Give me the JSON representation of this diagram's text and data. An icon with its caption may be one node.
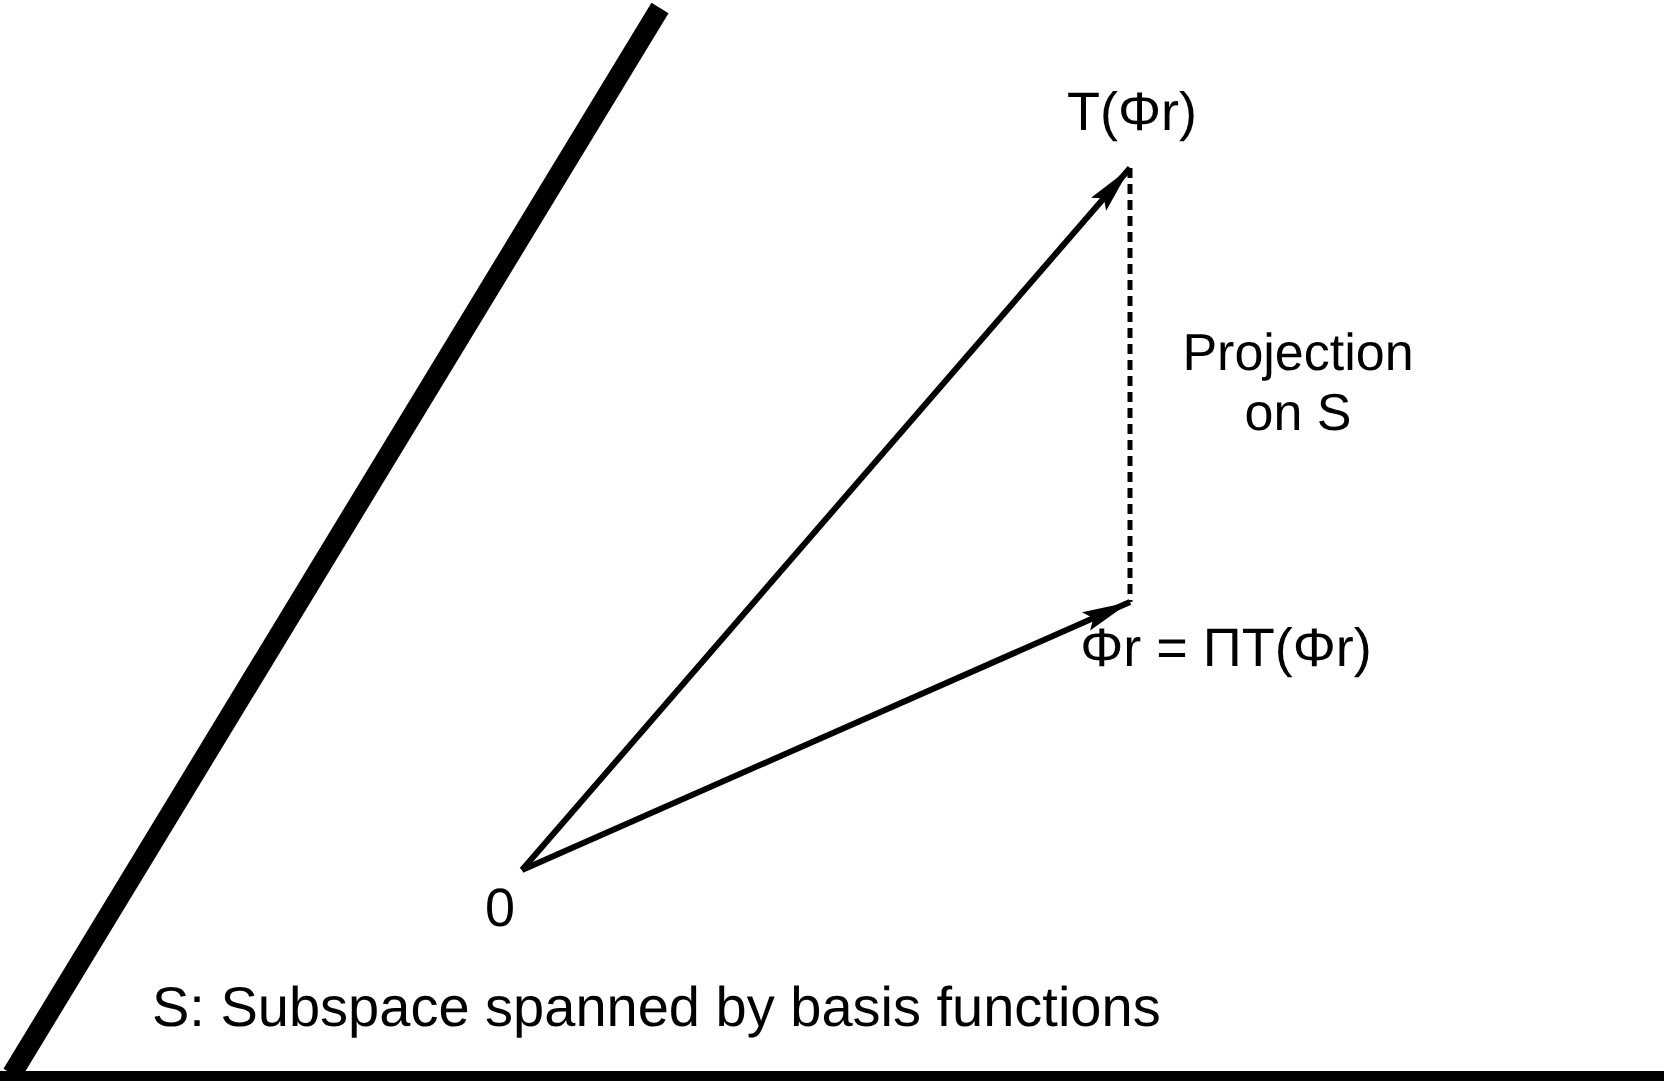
{
  "diagram": {
    "nodes": [
      {
        "text": [
          "0"
        ]
      },
      {
        "text": [
          "T(Φr)"
        ]
      },
      {
        "text": [
          "Φr = ΠT(Φr)"
        ]
      }
    ],
    "edges": [
      {
        "from": 0,
        "to": 1,
        "arrow": "to"
      },
      {
        "from": 0,
        "to": 2,
        "arrow": "to"
      },
      {
        "from": 1,
        "to": 2,
        "arrow": "none",
        "style": "dashed",
        "label": "Projection on S"
      }
    ],
    "labels": [
      "S: Subspace spanned by basis functions"
    ]
  }
}
